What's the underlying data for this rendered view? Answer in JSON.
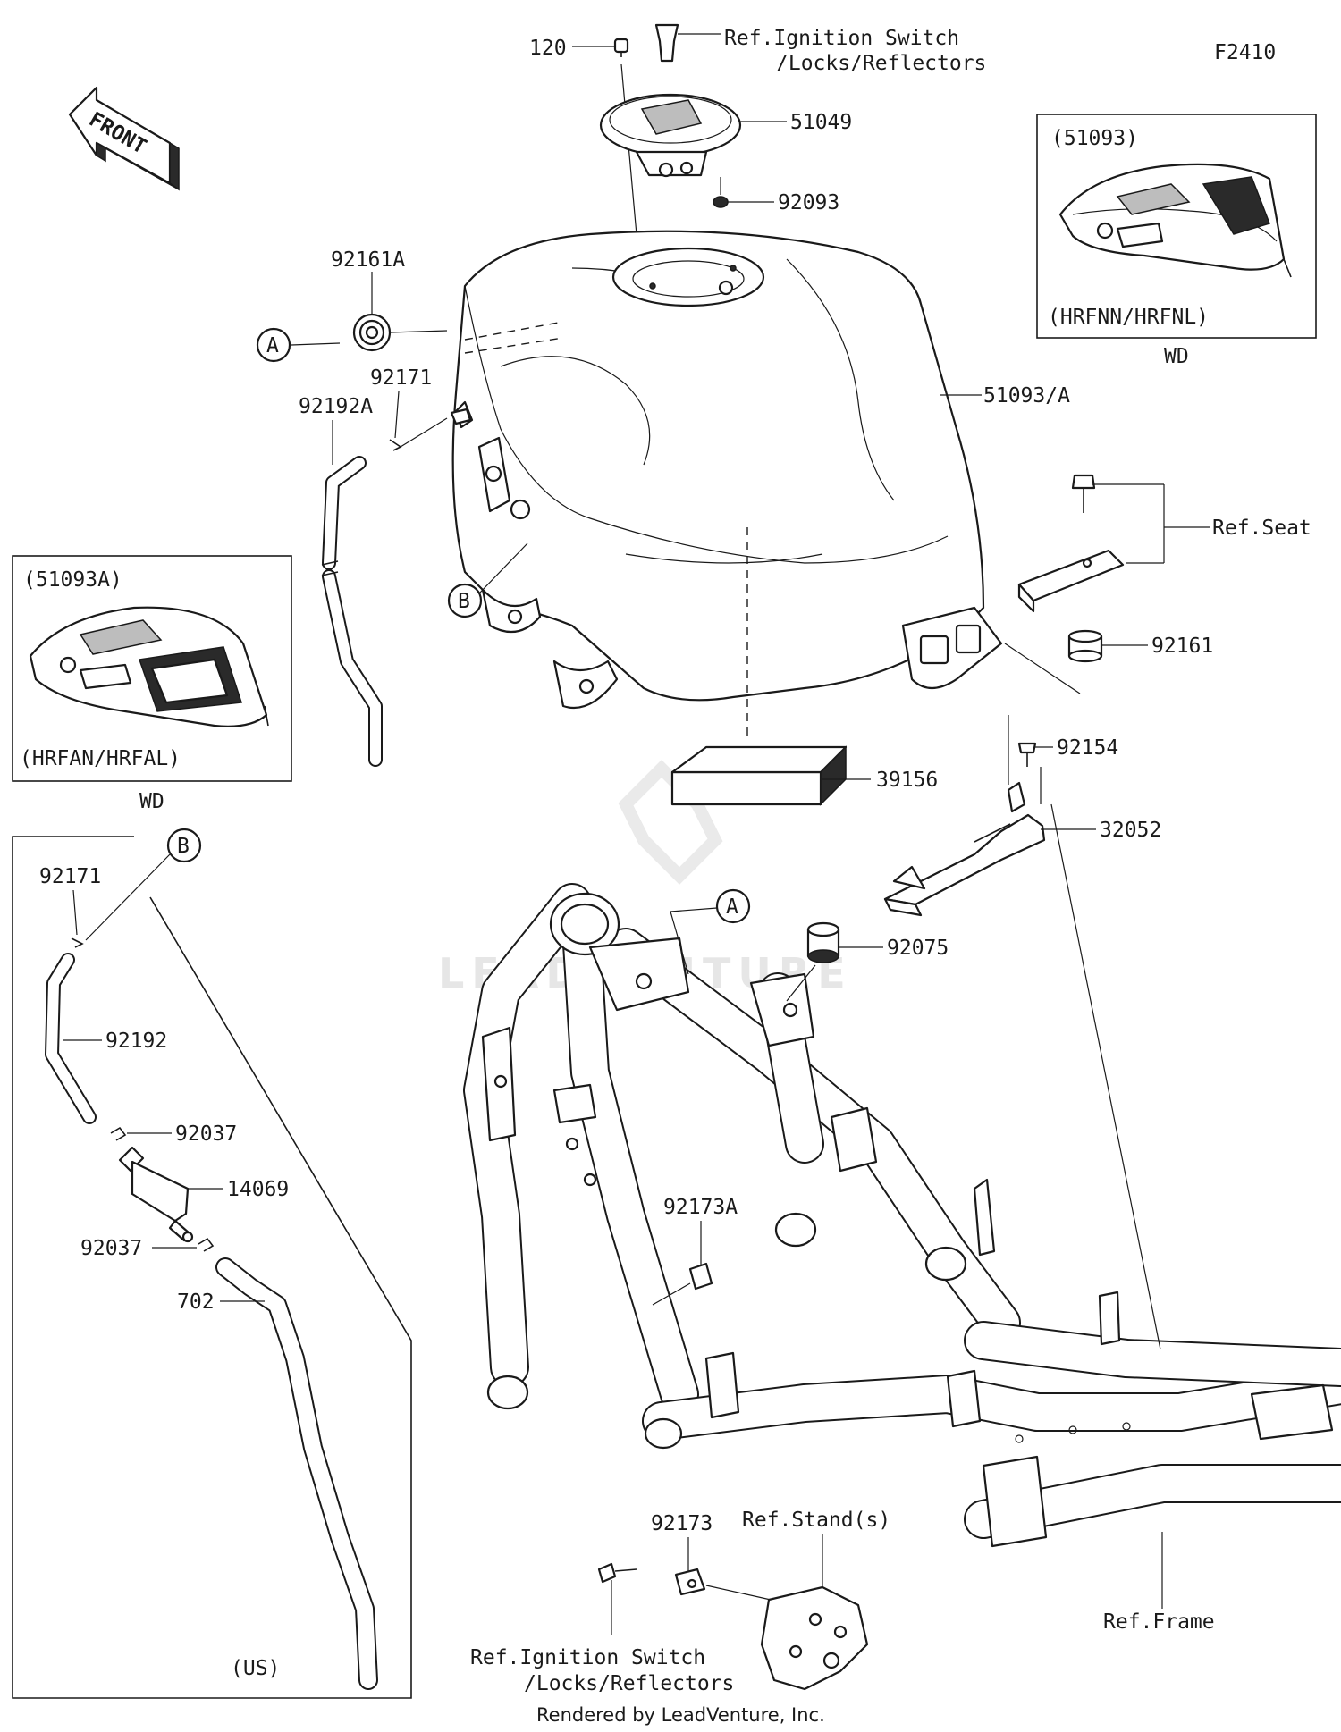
{
  "diagram": {
    "code": "F2410",
    "front_arrow_text": "FRONT",
    "credit": "Rendered by LeadVenture, Inc.",
    "watermark": "LEADVENTURE",
    "callouts": {
      "a_top": "A",
      "b_top": "B",
      "a_frame": "A",
      "b_inset": "B"
    },
    "parts": {
      "p120": "120",
      "ref_ignition_top_1": "Ref.Ignition Switch",
      "ref_ignition_top_2": "/Locks/Reflectors",
      "p51049": "51049",
      "p92093": "92093",
      "p92161a": "92161A",
      "p92171_top": "92171",
      "p92192a": "92192A",
      "p51093a_tank": "51093/A",
      "ref_seat": "Ref.Seat",
      "p92161": "92161",
      "p92154": "92154",
      "p39156": "39156",
      "p32052": "32052",
      "p92075": "92075",
      "p92173a": "92173A",
      "p92171_inset": "92171",
      "p92192": "92192",
      "p92037_a": "92037",
      "p14069": "14069",
      "p92037_b": "92037",
      "p702": "702",
      "us_note": "(US)",
      "p92173": "92173",
      "ref_stands": "Ref.Stand(s)",
      "ref_ignition_bottom_1": "Ref.Ignition Switch",
      "ref_ignition_bottom_2": "/Locks/Reflectors",
      "ref_frame": "Ref.Frame"
    },
    "insets": {
      "right": {
        "title": "(51093)",
        "models": "(HRFNN/HRFNL)",
        "caption": "WD"
      },
      "left": {
        "title": "(51093A)",
        "models": "(HRFAN/HRFAL)",
        "caption": "WD"
      }
    }
  }
}
